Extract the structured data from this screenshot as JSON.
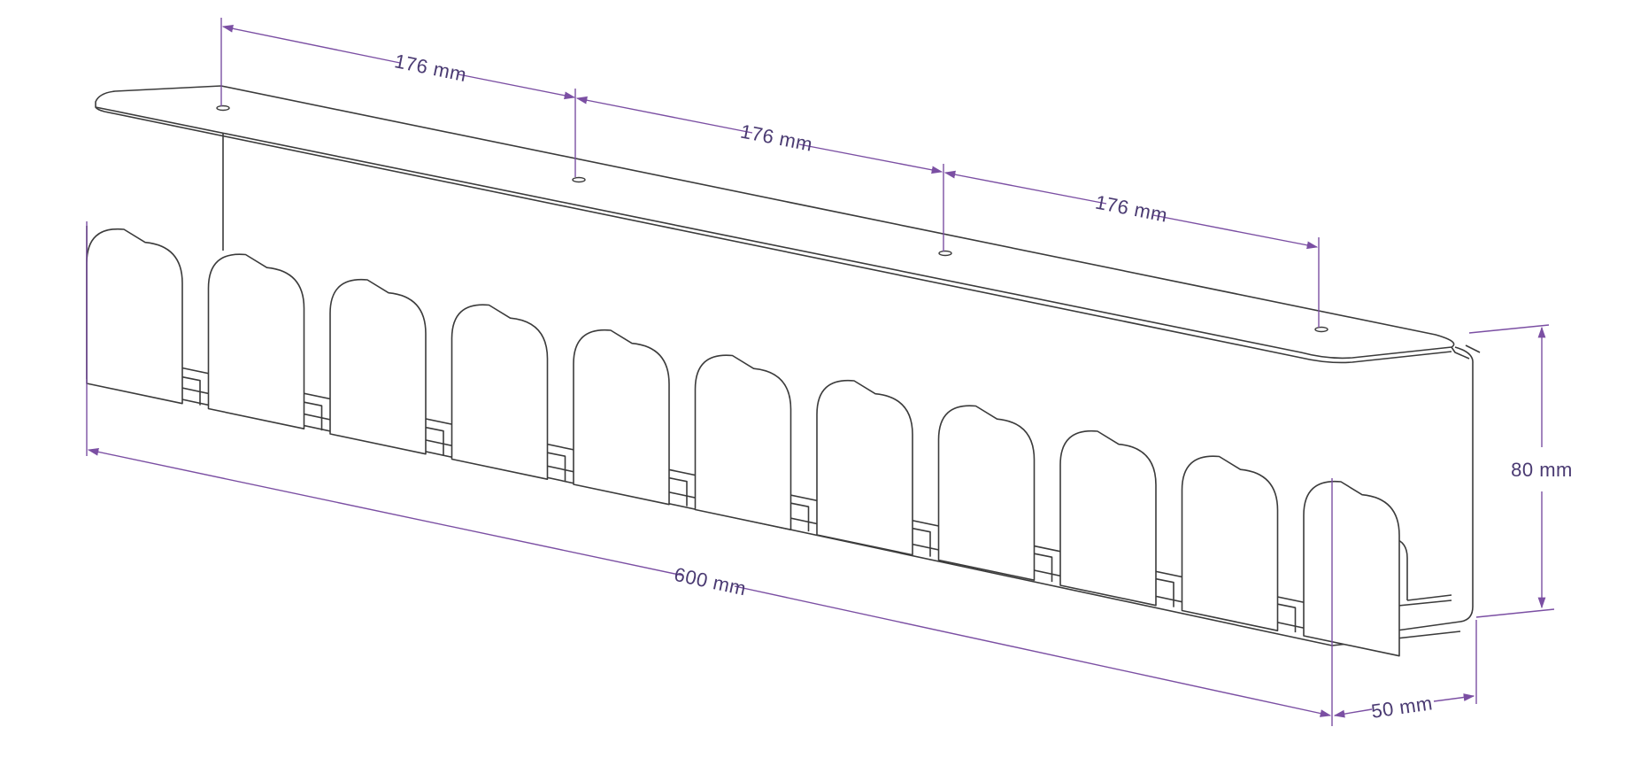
{
  "colors": {
    "outline": "#3b3b3b",
    "dimension": "#7b4fa3",
    "label": "#4a3a72",
    "background": "#ffffff"
  },
  "dimensions": {
    "spacing_1": "176 mm",
    "spacing_2": "176 mm",
    "spacing_3": "176 mm",
    "length": "600 mm",
    "height": "80 mm",
    "depth": "50 mm"
  },
  "product": {
    "tab_count": 11,
    "mount_hole_count": 4
  }
}
